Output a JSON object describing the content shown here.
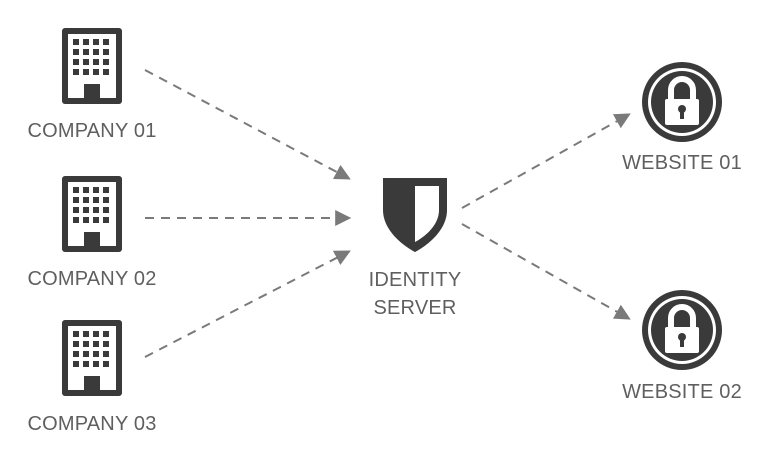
{
  "colors": {
    "icon": "#3a3a3a",
    "label": "#5f5f5f",
    "arrow": "#7a7a7a",
    "background": "#ffffff"
  },
  "companies": [
    {
      "label": "COMPANY 01",
      "icon": "office-building-icon"
    },
    {
      "label": "COMPANY 02",
      "icon": "office-building-icon"
    },
    {
      "label": "COMPANY 03",
      "icon": "office-building-icon"
    }
  ],
  "server": {
    "label_line1": "IDENTITY",
    "label_line2": "SERVER",
    "icon": "shield-icon"
  },
  "websites": [
    {
      "label": "WEBSITE 01",
      "icon": "padlock-icon"
    },
    {
      "label": "WEBSITE 02",
      "icon": "padlock-icon"
    }
  ]
}
